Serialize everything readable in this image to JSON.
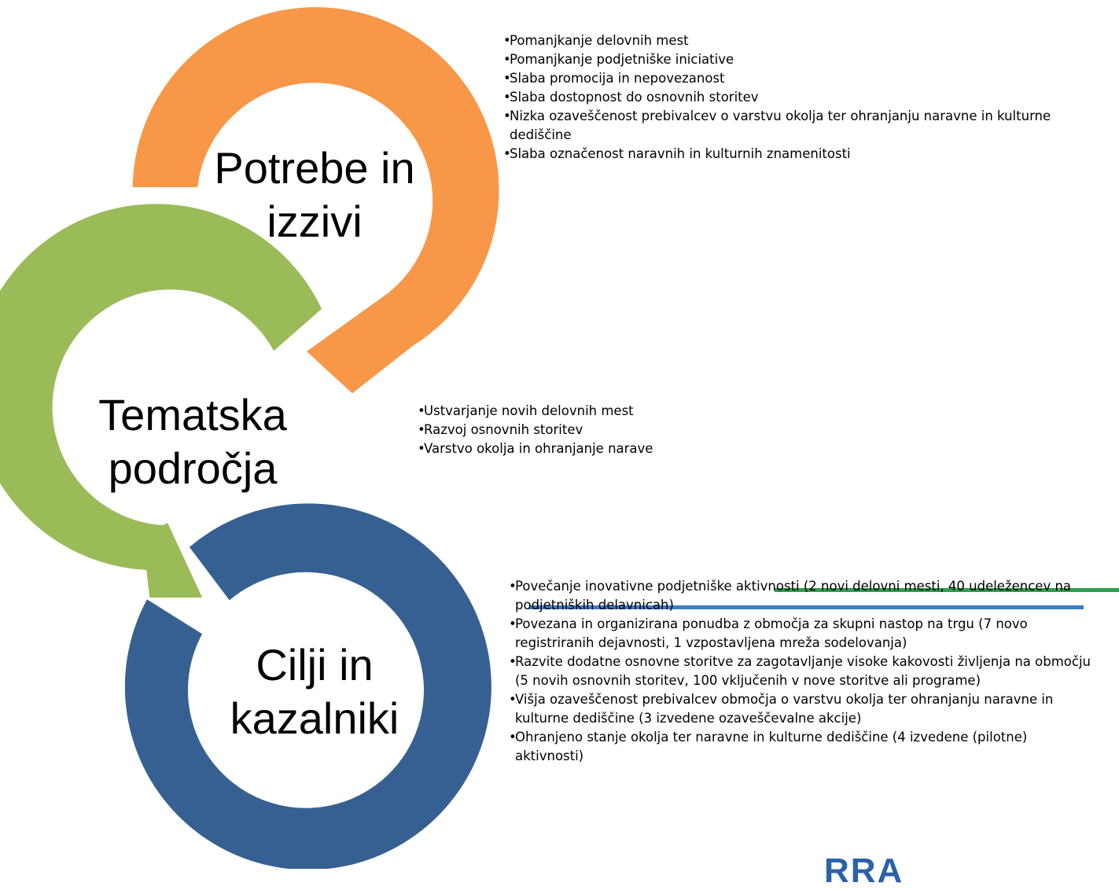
{
  "colors": {
    "orange": "#f79747",
    "green": "#9bbb59",
    "blue": "#376092",
    "footer_green": "#2f9e4f",
    "footer_blue": "#3d7cc9"
  },
  "stages": [
    {
      "label_lines": [
        "Potrebe in",
        "izzivi"
      ],
      "color": "#f79747",
      "bullets": [
        "Pomanjkanje delovnih mest",
        "Pomanjkanje podjetniške iniciative",
        "Slaba promocija in nepovezanost",
        "Slaba dostopnost do osnovnih storitev",
        "Nizka ozaveščenost prebivalcev o varstvu okolja ter ohranjanju naravne in kulturne dediščine",
        "Slaba označenost naravnih in kulturnih znamenitosti"
      ]
    },
    {
      "label_lines": [
        "Tematska",
        "področja"
      ],
      "color": "#9bbb59",
      "bullets": [
        "Ustvarjanje novih delovnih mest",
        "Razvoj osnovnih storitev",
        "Varstvo okolja in ohranjanje narave"
      ]
    },
    {
      "label_lines": [
        "Cilji in",
        "kazalniki"
      ],
      "color": "#376092",
      "bullets": [
        "Povečanje inovativne podjetniške aktivnosti (2 novi delovni mesti, 40 udeležencev na podjetniških delavnicah)",
        "Povezana in organizirana ponudba z območja za skupni nastop na trgu (7 novo registriranih dejavnosti, 1 vzpostavljena mreža sodelovanja)",
        "Razvite dodatne osnovne storitve za zagotavljanje visoke kakovosti življenja na območju (5 novih osnovnih storitev, 100 vključenih v nove storitve ali programe)",
        "Višja ozaveščenost prebivalcev območja o varstvu okolja ter ohranjanju naravne in kulturne dediščine (3 izvedene ozaveščevalne akcije)",
        "Ohranjeno stanje okolja ter naravne in kulturne dediščine (4 izvedene (pilotne) aktivnosti)"
      ]
    }
  ],
  "footer": {
    "logo_text": "RRA"
  }
}
